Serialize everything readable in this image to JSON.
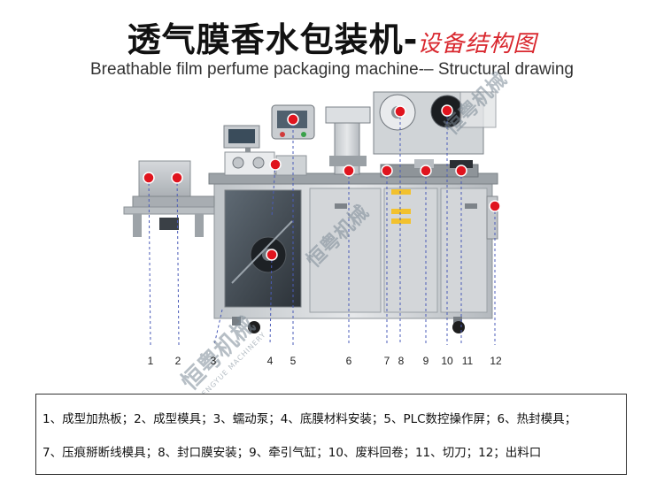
{
  "title": {
    "main": "透气膜香水包装机",
    "dash": "-",
    "accent": "设备结构图"
  },
  "subtitle": "Breathable film perfume packaging machine-– Structural drawing",
  "callouts": [
    "1",
    "2",
    "3",
    "4",
    "5",
    "6",
    "7",
    "8",
    "9",
    "10",
    "11",
    "12"
  ],
  "legend": {
    "line1": "1、成型加热板；2、成型模具；3、蠕动泵；4、底膜材料安装；5、PLC数控操作屏；6、热封模具；",
    "line2": "7、压痕掰断线模具；8、封口膜安装；9、牵引气缸；10、废料回卷；11、切刀；12；出料口"
  },
  "watermark": {
    "brand": "恒粤机械",
    "brand_en": "HENGYUE MACHINERY"
  },
  "colors": {
    "marker": "#e0141e",
    "accent": "#d9282f",
    "leader": "#4a5bb8"
  }
}
